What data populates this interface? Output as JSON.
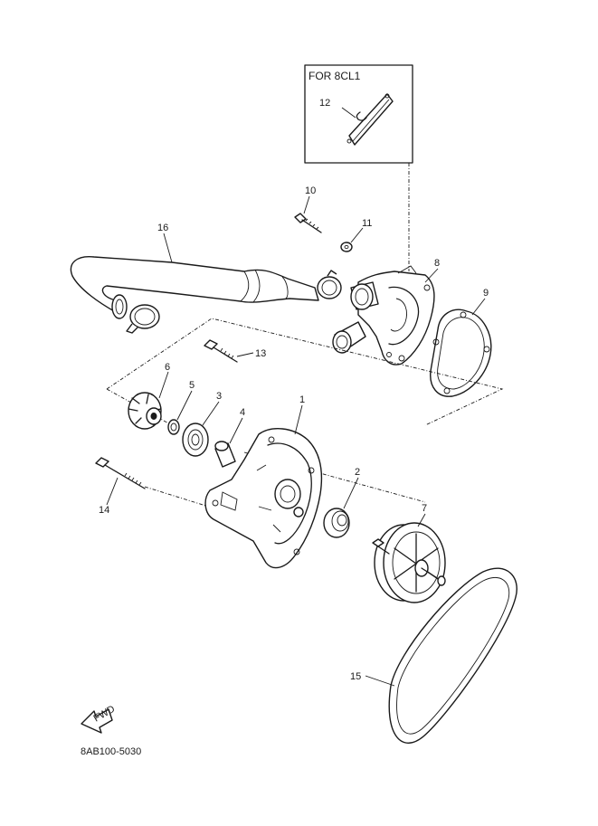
{
  "inset": {
    "title": "FOR 8CL1"
  },
  "callouts": {
    "p1": "1",
    "p2": "2",
    "p3": "3",
    "p4": "4",
    "p5": "5",
    "p6": "6",
    "p7": "7",
    "p8": "8",
    "p9": "9",
    "p10": "10",
    "p11": "11",
    "p12": "12",
    "p13": "13",
    "p14": "14",
    "p15": "15",
    "p16": "16"
  },
  "direction_arrow": {
    "label": "FWD"
  },
  "diagram_code": "8AB100-5030"
}
